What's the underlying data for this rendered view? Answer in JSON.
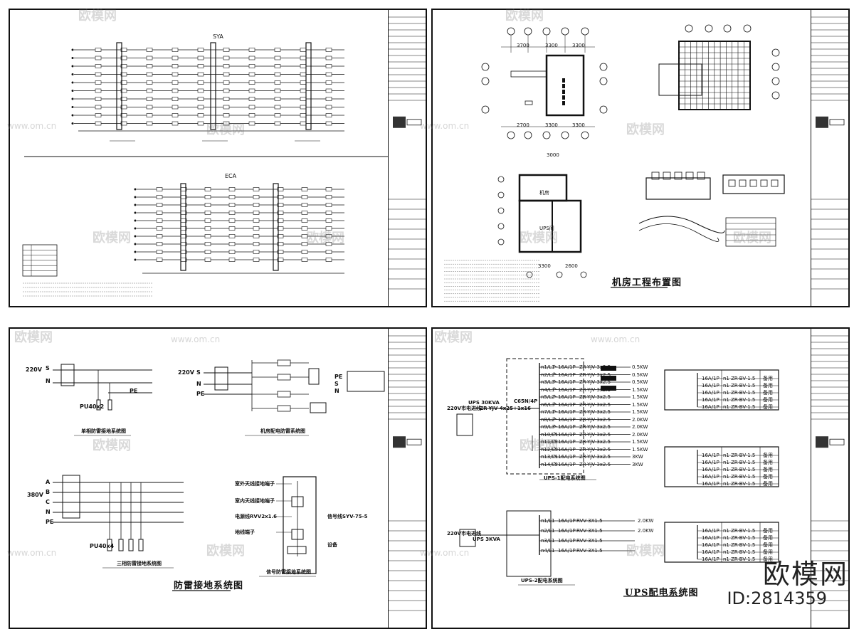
{
  "sheets": {
    "top_left": {
      "upper_label": "SYA",
      "lower_label": "ECA"
    },
    "top_right": {
      "title": "机房工程布置图",
      "dims_top": [
        "3700",
        "3300",
        "3300"
      ],
      "dims_bottom": [
        "2700",
        "3300",
        "3300"
      ],
      "room_labels": [
        "机房",
        "UPS间"
      ],
      "dim_small": [
        "3000",
        "3300",
        "2600"
      ]
    },
    "bottom_left": {
      "title": "防雷接地系统图",
      "single_phase": {
        "voltage": "220V",
        "s": "S",
        "n": "N",
        "pe": "PE",
        "device": "PU40x2",
        "caption": "单相防雷接地系统图"
      },
      "three_phase": {
        "voltage": "380V",
        "a": "A",
        "b": "B",
        "c": "C",
        "n": "N",
        "pe": "PE",
        "device": "PU40x4",
        "caption": "三相防雷接地系统图"
      },
      "network": {
        "voltage": "220V",
        "s": "S",
        "n": "N",
        "pe": "PE",
        "caption": "机房配电防雷系统图"
      },
      "signal": {
        "items": [
          "室外天线接地端子",
          "室内天线接地端子",
          "电源线RVV2x1.6",
          "信号线SYV-75-5",
          "地线端子",
          "设备"
        ],
        "caption": "信号防雷接地系统图"
      }
    },
    "bottom_right": {
      "title": "UPS配电系统图",
      "panel1": {
        "source": "220V市电进线",
        "ups": "UPS 30KVA",
        "cable": "ZR-YJV-4x25+1x16",
        "breaker": "C65N/4P",
        "caption": "UPS-1配电系统图"
      },
      "panel2": {
        "source": "220V市电进线",
        "ups": "UPS 3KVA",
        "caption": "UPS-2配电系统图"
      },
      "circuits1": [
        {
          "id": "n1/L1",
          "br": "16A/1P",
          "cable": "ZR-YJV-3x2.5",
          "kw": "0.5KW"
        },
        {
          "id": "n2/L2",
          "br": "16A/1P",
          "cable": "ZR-YJV-3x2.5",
          "kw": "0.5KW"
        },
        {
          "id": "n3/L3",
          "br": "16A/1P",
          "cable": "ZR-YJV-3x2.5",
          "kw": "0.5KW"
        },
        {
          "id": "n4/L1",
          "br": "16A/1P",
          "cable": "ZR-YJV-3x2.5",
          "kw": "1.5KW"
        },
        {
          "id": "n5/L2",
          "br": "16A/1P",
          "cable": "ZR-YJV-3x2.5",
          "kw": "1.5KW"
        },
        {
          "id": "n6/L3",
          "br": "16A/1P",
          "cable": "ZR-YJV-3x2.5",
          "kw": "1.5KW"
        },
        {
          "id": "n7/L1",
          "br": "16A/1P",
          "cable": "ZR-YJV-3x2.5",
          "kw": "1.5KW"
        },
        {
          "id": "n8/L2",
          "br": "16A/1P",
          "cable": "ZR-YJV-3x2.5",
          "kw": "2.0KW"
        },
        {
          "id": "n9/L3",
          "br": "16A/1P",
          "cable": "ZR-YJV-3x2.5",
          "kw": "2.0KW"
        },
        {
          "id": "n10/L1",
          "br": "16A/1P",
          "cable": "ZR-YJV-3x2.5",
          "kw": "2.0KW"
        },
        {
          "id": "n11/L2",
          "br": "16A/1P",
          "cable": "ZR-YJV-3x2.5",
          "kw": "1.5KW"
        },
        {
          "id": "n12/L3",
          "br": "16A/1P",
          "cable": "ZR-YJV-3x2.5",
          "kw": "1.5KW"
        },
        {
          "id": "n13/L1",
          "br": "16A/1P",
          "cable": "ZR-YJV-3x2.5",
          "kw": "3KW"
        },
        {
          "id": "n14/L2",
          "br": "16A/1P",
          "cable": "ZR-YJV-3x2.5",
          "kw": "3KW"
        }
      ],
      "circuits2": [
        {
          "id": "n1/L1",
          "br": "16A/1P",
          "cable": "RVV-3X1.5",
          "kw": "2.0KW"
        },
        {
          "id": "n2/L1",
          "br": "16A/1P",
          "cable": "RVV-3X1.5",
          "kw": "2.0KW"
        },
        {
          "id": "n3/L1",
          "br": "16A/1P",
          "cable": "RVV-3X1.5",
          "kw": ""
        },
        {
          "id": "n4/L1",
          "br": "16A/1P",
          "cable": "RVV-3X1.5",
          "kw": ""
        }
      ],
      "right_rows": [
        "16A/1P",
        "16A/1P",
        "16A/1P",
        "16A/1P",
        "16A/1P"
      ],
      "right_cable": "n1 ZR-BV-1.5",
      "right_tag": "备用"
    }
  },
  "brand": {
    "name": "欧模网",
    "id": "ID:2814359"
  },
  "watermark": {
    "text": "欧模网",
    "url": "www.om.cn"
  }
}
